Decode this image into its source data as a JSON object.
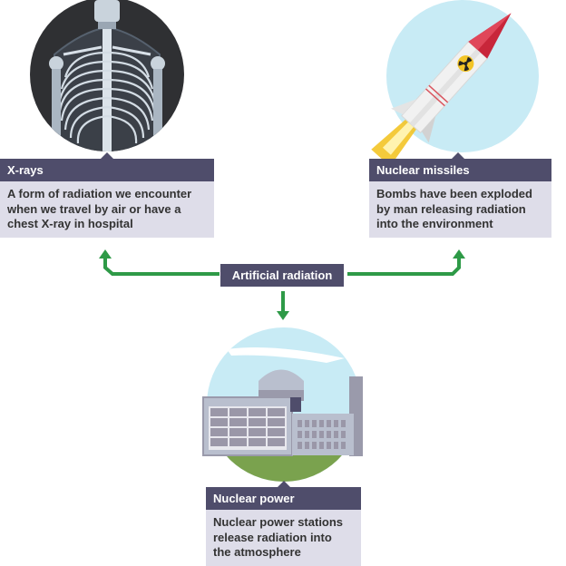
{
  "diagram": {
    "center": {
      "label": "Artificial radiation"
    },
    "sources": [
      {
        "id": "x-rays",
        "title": "X-rays",
        "description_lines": [
          "A form of radiation we encounter",
          "when we travel by air or have a",
          "chest X-ray in hospital"
        ],
        "illustration": "chest-xray-skeleton"
      },
      {
        "id": "nuclear-missiles",
        "title": "Nuclear missiles",
        "description_lines": [
          "Bombs have been exploded",
          "by man releasing radiation",
          "into the environment"
        ],
        "illustration": "nuclear-missile-with-radiation-symbol"
      },
      {
        "id": "nuclear-power",
        "title": "Nuclear power",
        "description_lines": [
          "Nuclear power stations",
          "release radiation into",
          "the atmosphere"
        ],
        "illustration": "nuclear-power-station"
      }
    ],
    "colors": {
      "header_bg": "#4f4d6b",
      "body_bg": "#dedde9",
      "arrow": "#2e9a47",
      "xray_bg": "#2f3033",
      "sky": "#c8ebf5",
      "grass": "#7aa24e",
      "missile_nose": "#c8263a"
    }
  }
}
